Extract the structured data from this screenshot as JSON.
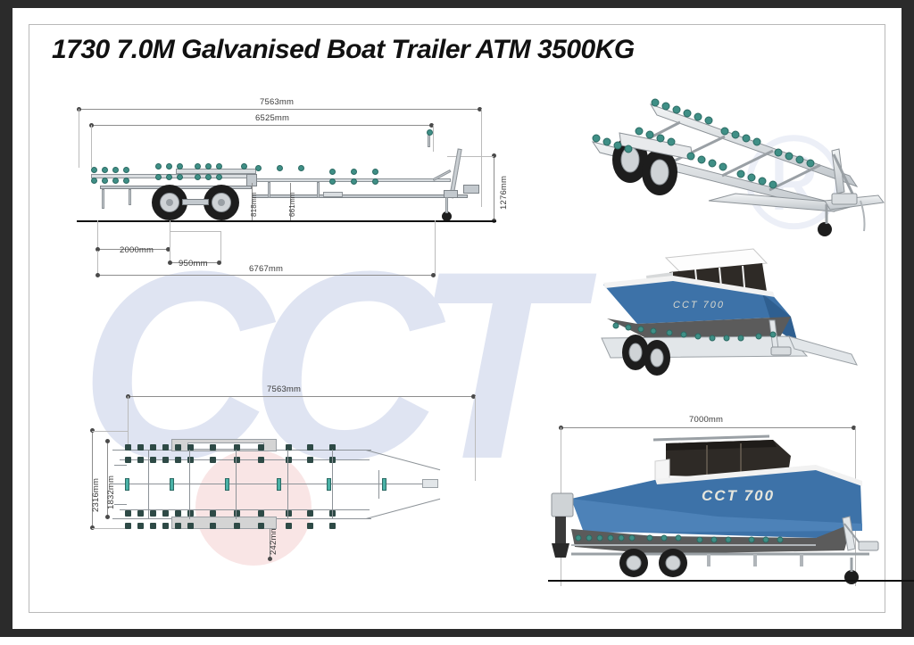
{
  "document": {
    "title": "1730 7.0M Galvanised Boat Trailer ATM 3500KG"
  },
  "watermark": {
    "letters": [
      "C",
      "C",
      "T"
    ],
    "registered_mark": "®"
  },
  "views": {
    "side_elevation": {
      "name": "trailer-side-elevation",
      "dimensions": {
        "overall_length": "7563mm",
        "frame_length": "6525mm",
        "deck_length": "6767mm",
        "axle_to_front": "2000mm",
        "axle_spacing": "950mm",
        "coupling_height": "1276mm",
        "guard_height": "818mm",
        "crossbar_height": "661mm"
      }
    },
    "plan_view": {
      "name": "trailer-plan-view",
      "dimensions": {
        "overall_length": "7563mm",
        "overall_width": "2316mm",
        "track_width": "1832mm",
        "bunk_offset": "242mm"
      }
    },
    "render_trailer_3d": {
      "name": "trailer-3d-render"
    },
    "render_boat_3d": {
      "name": "boat-on-trailer-3d-render",
      "hull_name": "CCT 700"
    },
    "render_boat_side": {
      "name": "boat-on-trailer-side-render",
      "hull_name": "CCT 700",
      "dimensions": {
        "boat_length": "7000mm"
      }
    }
  },
  "colors": {
    "hull_blue": "#3d72a8",
    "hull_bottom": "#5b5b5b",
    "roller_teal": "#3f8f86",
    "frame_grey": "#d9dde0",
    "border_dark": "#2b2b2b",
    "watermark_blue": "#dfe4f2"
  }
}
